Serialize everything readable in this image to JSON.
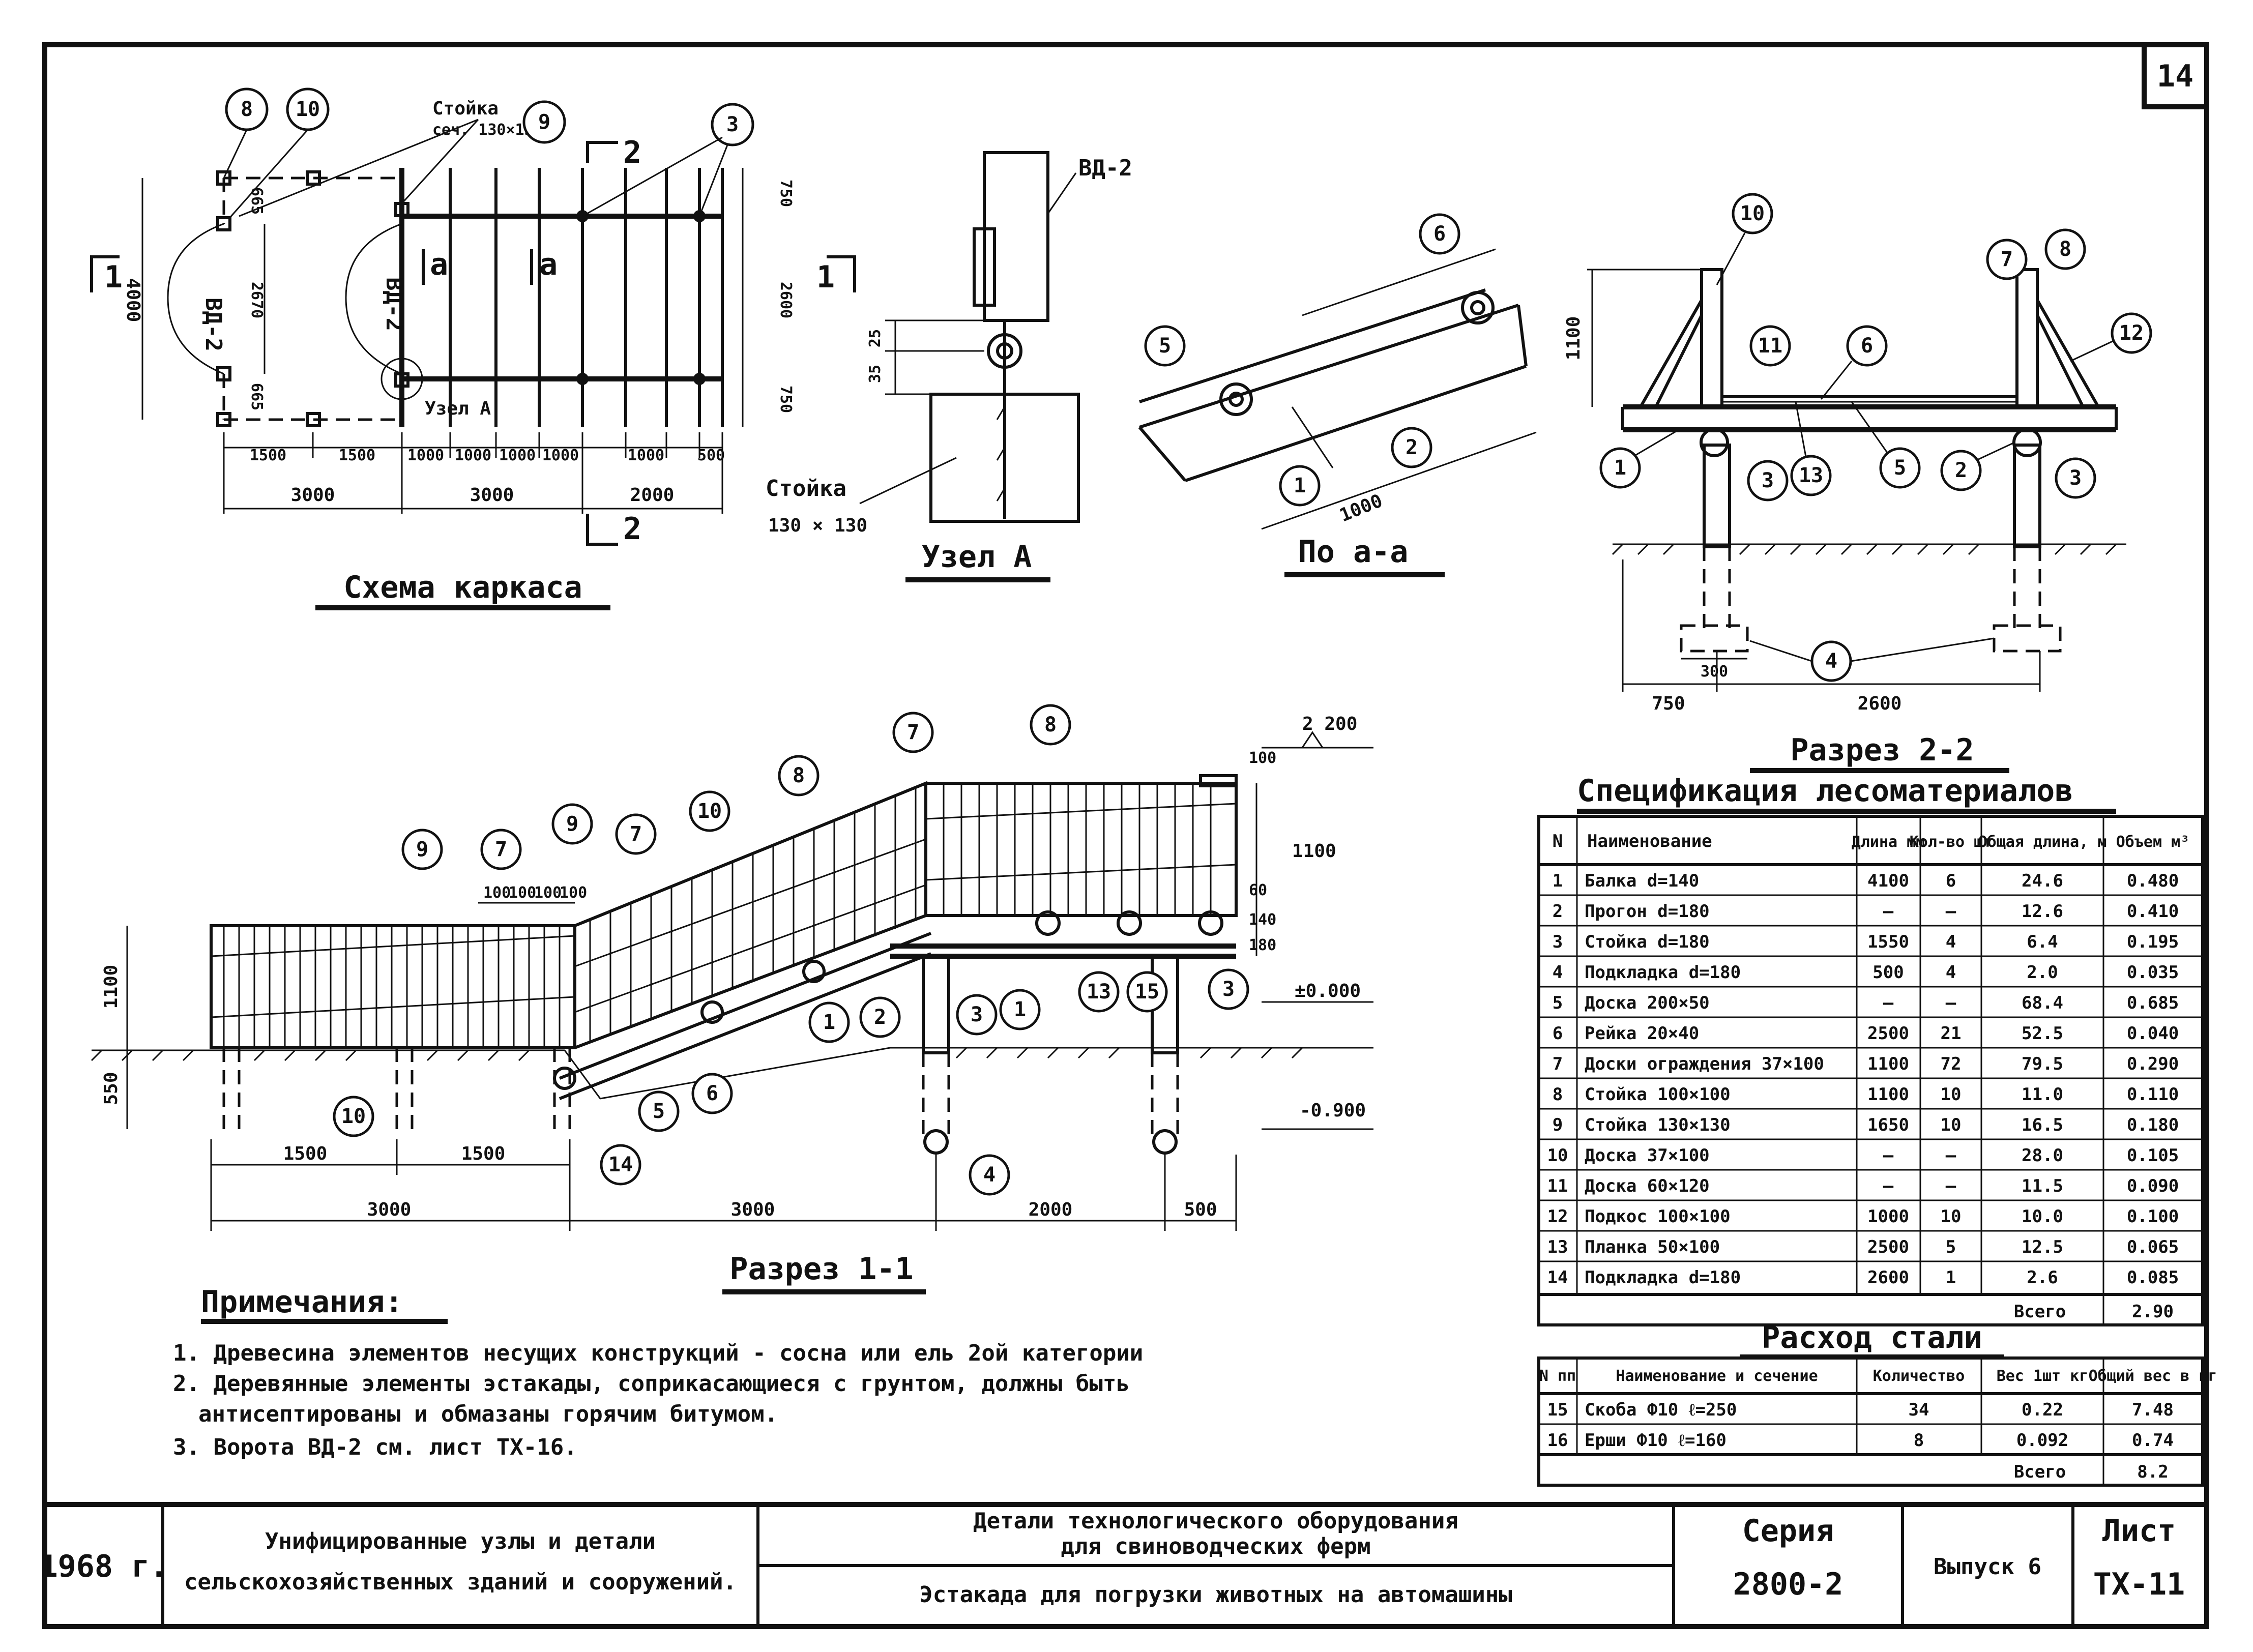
{
  "sheet_number": "14",
  "plan": {
    "title": "Схема каркаса",
    "post_label": "Стойка",
    "post_section": "сеч. 130×130",
    "gate_label_1": "ВД-2",
    "gate_label_2": "ВД-2",
    "node_label": "Узел А",
    "cut_a": "а",
    "cut_1": "1",
    "cut_2": "2",
    "dims_bottom_1": [
      "1500",
      "1500",
      "1000",
      "1000",
      "1000",
      "1000",
      "1000",
      "500"
    ],
    "dims_bottom_2": [
      "3000",
      "3000",
      "2000"
    ],
    "dim_left": "4000",
    "dim_gate": "2670",
    "dim_665_top": "665",
    "dim_665_bot": "665",
    "dims_right": [
      "750",
      "2600",
      "750"
    ],
    "bubbles": [
      "8",
      "10",
      "9",
      "3"
    ]
  },
  "node_a": {
    "title": "Узел А",
    "gate_label": "ВД-2",
    "post_label": "Стойка",
    "post_section": "130 × 130",
    "dim_35": "35",
    "dim_25": "25"
  },
  "section_aa": {
    "title": "По а-а",
    "dim": "1000",
    "bubbles": [
      "5",
      "6",
      "1",
      "2"
    ]
  },
  "section_22": {
    "title": "Разрез 2-2",
    "dim_height": "1100",
    "dim_750": "750",
    "dim_2600": "2600",
    "dim_300": "300",
    "bubbles": [
      "10",
      "7",
      "8",
      "11",
      "6",
      "12",
      "1",
      "13",
      "5",
      "2",
      "3",
      "3",
      "4"
    ]
  },
  "section_11": {
    "title": "Разрез 1-1",
    "lvl_top": "2 200",
    "lvl_zero": "±0.000",
    "lvl_bottom": "-0.900",
    "dim_1100_left": "1100",
    "dim_550": "550",
    "dim_1100_right": "1100",
    "dim_100": "100",
    "dim_60": "60",
    "dim_140": "140",
    "dim_180": "180",
    "dims_spacing": [
      "100",
      "100",
      "100",
      "100"
    ],
    "dims_bottom_1": [
      "1500",
      "1500"
    ],
    "dims_bottom_2": [
      "3000",
      "3000",
      "2000",
      "500"
    ],
    "bubbles": [
      "9",
      "7",
      "9",
      "7",
      "10",
      "8",
      "7",
      "8",
      "1",
      "2",
      "3",
      "1",
      "13",
      "15",
      "3",
      "10",
      "5",
      "6",
      "14",
      "4"
    ]
  },
  "spec_wood": {
    "title": "Спецификация лесоматериалов",
    "headers": [
      "N",
      "Наименование",
      "Длина мм",
      "Кол-во шт",
      "Общая длина, м",
      "Объем м³"
    ],
    "rows": [
      [
        "1",
        "Балка d=140",
        "4100",
        "6",
        "24.6",
        "0.480"
      ],
      [
        "2",
        "Прогон d=180",
        "—",
        "—",
        "12.6",
        "0.410"
      ],
      [
        "3",
        "Стойка d=180",
        "1550",
        "4",
        "6.4",
        "0.195"
      ],
      [
        "4",
        "Подкладка d=180",
        "500",
        "4",
        "2.0",
        "0.035"
      ],
      [
        "5",
        "Доска 200×50",
        "—",
        "—",
        "68.4",
        "0.685"
      ],
      [
        "6",
        "Рейка 20×40",
        "2500",
        "21",
        "52.5",
        "0.040"
      ],
      [
        "7",
        "Доски ограждения 37×100",
        "1100",
        "72",
        "79.5",
        "0.290"
      ],
      [
        "8",
        "Стойка 100×100",
        "1100",
        "10",
        "11.0",
        "0.110"
      ],
      [
        "9",
        "Стойка 130×130",
        "1650",
        "10",
        "16.5",
        "0.180"
      ],
      [
        "10",
        "Доска 37×100",
        "—",
        "—",
        "28.0",
        "0.105"
      ],
      [
        "11",
        "Доска 60×120",
        "—",
        "—",
        "11.5",
        "0.090"
      ],
      [
        "12",
        "Подкос 100×100",
        "1000",
        "10",
        "10.0",
        "0.100"
      ],
      [
        "13",
        "Планка 50×100",
        "2500",
        "5",
        "12.5",
        "0.065"
      ],
      [
        "14",
        "Подкладка d=180",
        "2600",
        "1",
        "2.6",
        "0.085"
      ]
    ],
    "total_label": "Всего",
    "total_value": "2.90"
  },
  "spec_steel": {
    "title": "Расход стали",
    "headers": [
      "N пп",
      "Наименование и сечение",
      "Количество",
      "Вес 1шт кг",
      "Общий вес в кг"
    ],
    "rows": [
      [
        "15",
        "Скоба Ф10 ℓ=250",
        "34",
        "0.22",
        "7.48"
      ],
      [
        "16",
        "Ерши Ф10 ℓ=160",
        "8",
        "0.092",
        "0.74"
      ]
    ],
    "total_label": "Всего",
    "total_value": "8.2"
  },
  "notes": {
    "title": "Примечания:",
    "items": [
      "1. Древесина элементов несущих конструкций - сосна или ель 2ой категории",
      "2. Деревянные элементы эстакады, соприкасающиеся с грунтом, должны быть",
      "антисептированы и обмазаны горячим битумом.",
      "3. Ворота ВД-2 см. лист ТХ-16."
    ]
  },
  "title_block": {
    "year": "1968 г.",
    "org_1": "Унифицированные узлы и детали",
    "org_2": "сельскохозяйственных зданий и сооружений.",
    "title_1": "Детали технологического оборудования",
    "title_2": "для свиноводческих ферм",
    "subtitle": "Эстакада для погрузки животных на автомашины",
    "series_label": "Серия",
    "series_value": "2800-2",
    "issue": "Выпуск 6",
    "sheet_label": "Лист",
    "sheet_value": "ТХ-11"
  }
}
